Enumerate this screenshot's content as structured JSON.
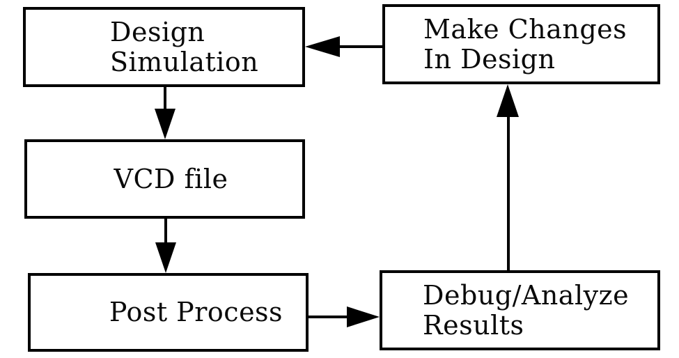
{
  "diagram": {
    "type": "flowchart",
    "colors": {
      "background": "#ffffff",
      "ink": "#000000",
      "text": "#0a0a0a"
    },
    "nodes": {
      "design_simulation": {
        "line1": "Design",
        "line2": "Simulation"
      },
      "make_changes": {
        "line1": "Make Changes",
        "line2": "In Design"
      },
      "vcd_file": {
        "line1": "VCD file"
      },
      "post_process": {
        "line1": "Post Process"
      },
      "debug_analyze": {
        "line1": "Debug/Analyze",
        "line2": "Results"
      }
    },
    "edges": [
      {
        "from": "Design Simulation",
        "to": "VCD file",
        "direction": "down"
      },
      {
        "from": "VCD file",
        "to": "Post Process",
        "direction": "down"
      },
      {
        "from": "Post Process",
        "to": "Debug/Analyze Results",
        "direction": "right"
      },
      {
        "from": "Debug/Analyze Results",
        "to": "Make Changes In Design",
        "direction": "up"
      },
      {
        "from": "Make Changes In Design",
        "to": "Design Simulation",
        "direction": "left"
      }
    ]
  }
}
